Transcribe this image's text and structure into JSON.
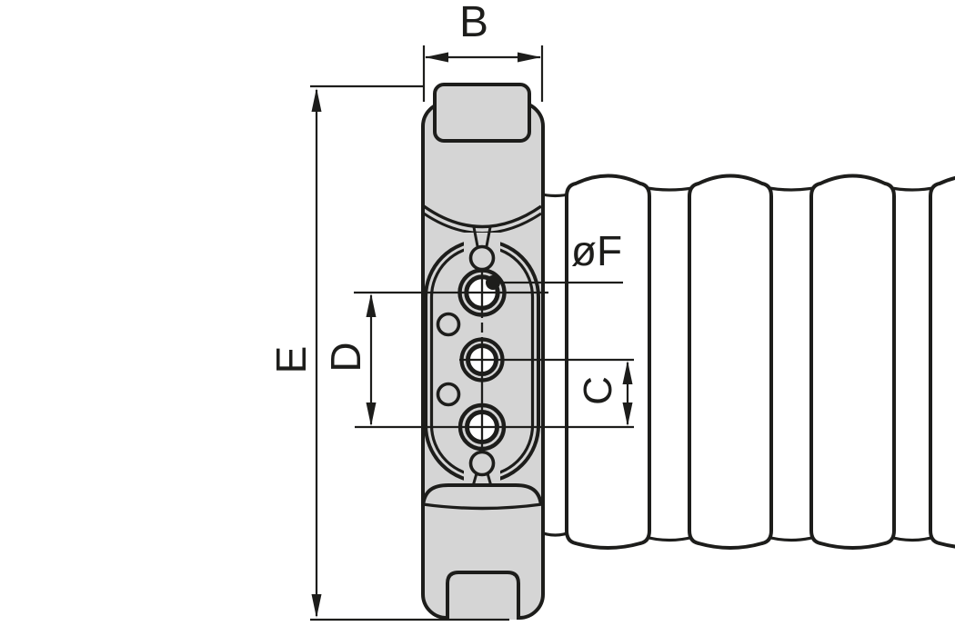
{
  "drawing": {
    "type": "technical-dimension-drawing",
    "subject": "conduit clamp fitting with corrugated hose, side view",
    "colors": {
      "background": "#ffffff",
      "line": "#1d1d1b",
      "body_fill": "#d5d5d5",
      "hose_fill": "#ffffff"
    },
    "labels": {
      "width_b": "B",
      "height_e": "E",
      "spacing_d": "D",
      "pitch_c": "C",
      "diameter_f": "øF"
    }
  }
}
